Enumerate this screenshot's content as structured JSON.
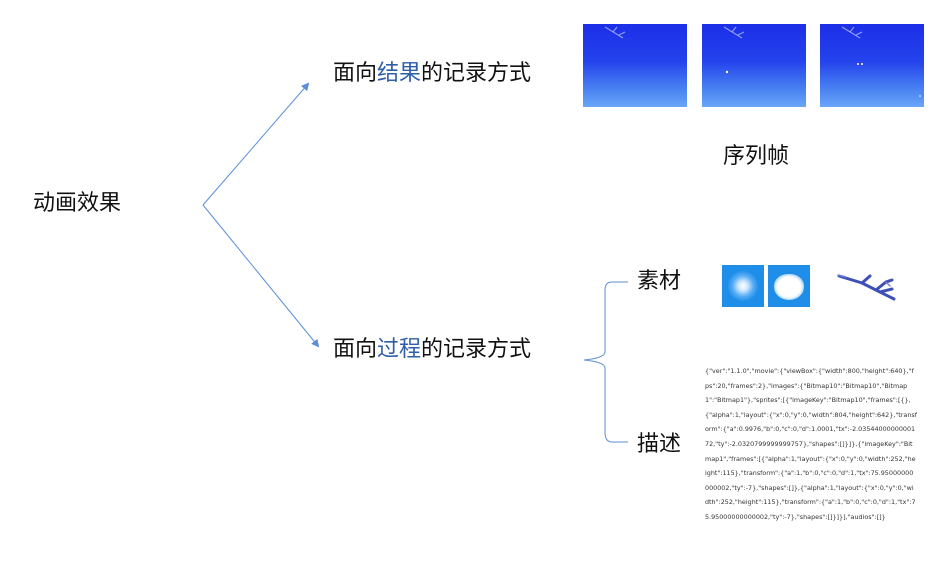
{
  "root": "动画效果",
  "branch_result": {
    "prefix": "面向",
    "highlight": "结果",
    "suffix": "的记录方式"
  },
  "branch_process": {
    "prefix": "面向",
    "highlight": "过程",
    "suffix": "的记录方式"
  },
  "frames_caption": "序列帧",
  "material_label": "素材",
  "description_label": "描述",
  "description_json": "{\"ver\":\"1.1.0\",\"movie\":{\"viewBox\":{\"width\":800,\"height\":640},\"fps\":20,\"frames\":2},\"images\":{\"Bitmap10\":\"Bitmap10\",\"Bitmap1\":\"Bitmap1\"},\"sprites\":[{\"imageKey\":\"Bitmap10\",\"frames\":[{},{\"alpha\":1,\"layout\":{\"x\":0,\"y\":0,\"width\":804,\"height\":642},\"transform\":{\"a\":0.9976,\"b\":0,\"c\":0,\"d\":1.0001,\"tx\":-2.0354400000000172,\"ty\":-2.0320799999999757},\"shapes\":[]}]},{\"imageKey\":\"Bitmap1\",\"frames\":[{\"alpha\":1,\"layout\":{\"x\":0,\"y\":0,\"width\":252,\"height\":115},\"transform\":{\"a\":1,\"b\":0,\"c\":0,\"d\":1,\"tx\":75.95000000000002,\"ty\":-7},\"shapes\":[]},{\"alpha\":1,\"layout\":{\"x\":0,\"y\":0,\"width\":252,\"height\":115},\"transform\":{\"a\":1,\"b\":0,\"c\":0,\"d\":1,\"tx\":75.95000000000002,\"ty\":-7},\"shapes\":[]}]}],\"audios\":[]}",
  "colors": {
    "line": "#5b8ed6",
    "highlight": "#2e5fa8"
  },
  "icons": [
    "frame-1-icon",
    "frame-2-icon",
    "frame-3-icon",
    "glow-asset-icon",
    "cloud-glow-asset-icon",
    "branch-asset-icon"
  ]
}
